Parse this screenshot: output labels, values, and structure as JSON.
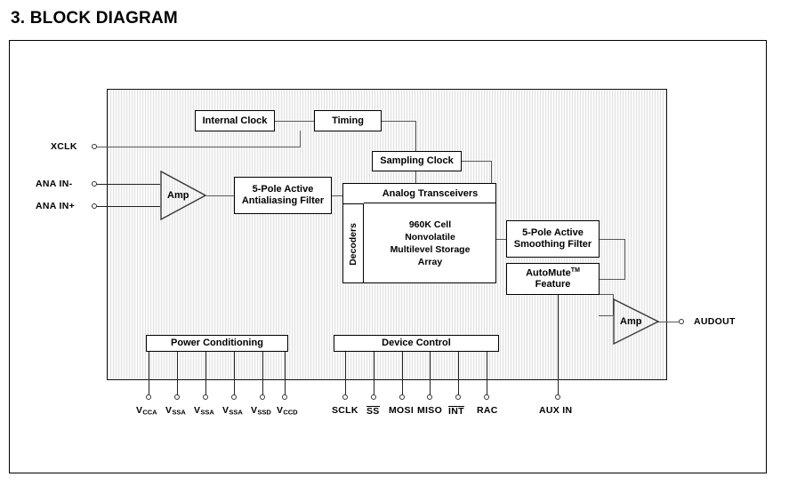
{
  "page": {
    "title": "3. BLOCK DIAGRAM"
  },
  "diagram": {
    "blocks": {
      "internal_clock": "Internal Clock",
      "timing": "Timing",
      "sampling_clock": "Sampling Clock",
      "antialiasing_filter": "5-Pole Active\nAntialiasing Filter",
      "antialiasing_filter_l1": "5-Pole Active",
      "antialiasing_filter_l2": "Antialiasing Filter",
      "analog_transceivers": "Analog Transceivers",
      "decoders": "Decoders",
      "storage_array_l1": "960K Cell",
      "storage_array_l2": "Nonvolatile",
      "storage_array_l3": "Multilevel Storage",
      "storage_array_l4": "Array",
      "smoothing_filter_l1": "5-Pole Active",
      "smoothing_filter_l2": "Smoothing Filter",
      "automute_l1": "AutoMute",
      "automute_tm": "TM",
      "automute_l2": "Feature",
      "power_conditioning": "Power Conditioning",
      "device_control": "Device Control",
      "amp_input": "Amp",
      "amp_output": "Amp"
    },
    "left_pins": [
      {
        "label": "XCLK"
      },
      {
        "label": "ANA IN-"
      },
      {
        "label": "ANA IN+"
      }
    ],
    "right_pins": [
      {
        "label": "AUDOUT"
      }
    ],
    "power_pins": [
      {
        "base": "V",
        "sub": "CCA"
      },
      {
        "base": "V",
        "sub": "SSA"
      },
      {
        "base": "V",
        "sub": "SSA"
      },
      {
        "base": "V",
        "sub": "SSA"
      },
      {
        "base": "V",
        "sub": "SSD"
      },
      {
        "base": "V",
        "sub": "CCD"
      }
    ],
    "control_pins": [
      {
        "label": "SCLK",
        "overbar": false
      },
      {
        "label": "SS",
        "overbar": true
      },
      {
        "label": "MOSI",
        "overbar": false
      },
      {
        "label": "MISO",
        "overbar": false
      },
      {
        "label": "INT",
        "overbar": true
      },
      {
        "label": "RAC",
        "overbar": false
      }
    ],
    "aux_pins": [
      {
        "label": "AUX IN"
      }
    ],
    "colors": {
      "chip_fill": "#f0f0f0",
      "wire": "#58585a",
      "border": "#000000",
      "background": "#ffffff"
    }
  }
}
